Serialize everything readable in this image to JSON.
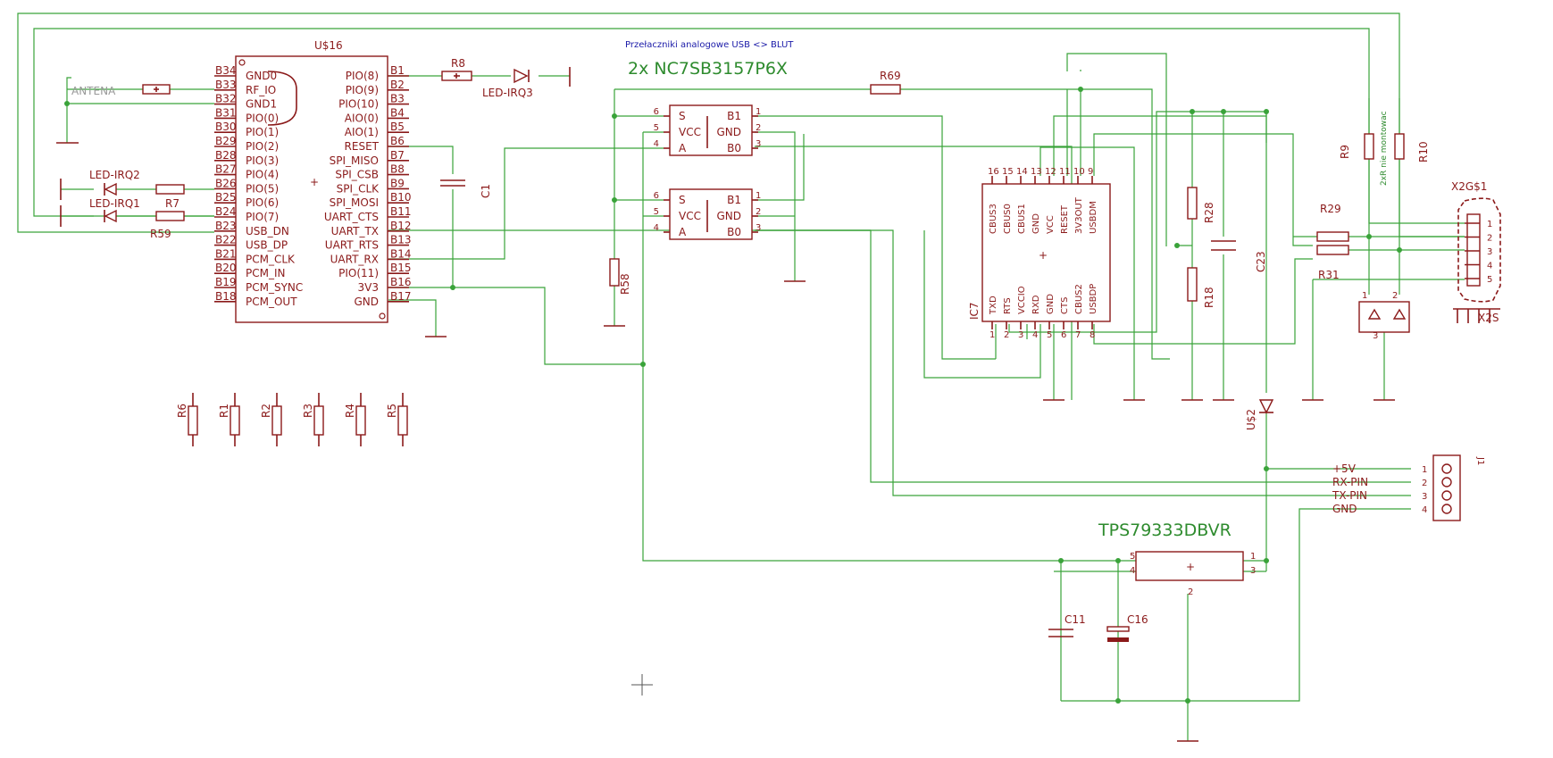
{
  "header": {
    "note_blue": "Przełaczniki analogowe USB <> BLUT",
    "switch_title": "2x NC7SB3157P6X",
    "regulator_title": "TPS79333DBVR",
    "vertical_note": "2xR nie montowac"
  },
  "module": {
    "name": "U$16",
    "left_pins": [
      {
        "num": "B34",
        "label": "GND0"
      },
      {
        "num": "B33",
        "label": "RF_IO"
      },
      {
        "num": "B32",
        "label": "GND1"
      },
      {
        "num": "B31",
        "label": "PIO(0)"
      },
      {
        "num": "B30",
        "label": "PIO(1)"
      },
      {
        "num": "B29",
        "label": "PIO(2)"
      },
      {
        "num": "B28",
        "label": "PIO(3)"
      },
      {
        "num": "B27",
        "label": "PIO(4)"
      },
      {
        "num": "B26",
        "label": "PIO(5)"
      },
      {
        "num": "B25",
        "label": "PIO(6)"
      },
      {
        "num": "B24",
        "label": "PIO(7)"
      },
      {
        "num": "B23",
        "label": "USB_DN"
      },
      {
        "num": "B22",
        "label": "USB_DP"
      },
      {
        "num": "B21",
        "label": "PCM_CLK"
      },
      {
        "num": "B20",
        "label": "PCM_IN"
      },
      {
        "num": "B19",
        "label": "PCM_SYNC"
      },
      {
        "num": "B18",
        "label": "PCM_OUT"
      }
    ],
    "right_pins": [
      {
        "num": "B1",
        "label": "PIO(8)"
      },
      {
        "num": "B2",
        "label": "PIO(9)"
      },
      {
        "num": "B3",
        "label": "PIO(10)"
      },
      {
        "num": "B4",
        "label": "AIO(0)"
      },
      {
        "num": "B5",
        "label": "AIO(1)"
      },
      {
        "num": "B6",
        "label": "RESET"
      },
      {
        "num": "B7",
        "label": "SPI_MISO"
      },
      {
        "num": "B8",
        "label": "SPI_CSB"
      },
      {
        "num": "B9",
        "label": "SPI_CLK"
      },
      {
        "num": "B10",
        "label": "SPI_MOSI"
      },
      {
        "num": "B11",
        "label": "UART_CTS"
      },
      {
        "num": "B12",
        "label": "UART_TX"
      },
      {
        "num": "B13",
        "label": "UART_RTS"
      },
      {
        "num": "B14",
        "label": "UART_RX"
      },
      {
        "num": "B15",
        "label": "PIO(11)"
      },
      {
        "num": "B16",
        "label": "3V3"
      },
      {
        "num": "B17",
        "label": "GND"
      }
    ]
  },
  "labels": {
    "antena": "ANTENA",
    "led_irq2": "LED-IRQ2",
    "led_irq1": "LED-IRQ1",
    "led_irq3": "LED-IRQ3",
    "r7": "R7",
    "r8": "R8",
    "r59": "R59",
    "r69": "R69",
    "r58": "R58",
    "c1": "C1",
    "r28": "R28",
    "r18": "R18",
    "c23": "C23",
    "r9": "R9",
    "r10": "R10",
    "r29": "R29",
    "r31": "R31",
    "x2g": "X2G$1",
    "x2s": "X2S",
    "ic7": "IC7",
    "u2": "U$2",
    "c11": "C11",
    "c16": "C16",
    "j1": "J1",
    "bottom_resistors": [
      "R6",
      "R1",
      "R2",
      "R3",
      "R4",
      "R5"
    ]
  },
  "switch": {
    "left_pins": [
      {
        "num": "6",
        "label": "S"
      },
      {
        "num": "5",
        "label": "VCC"
      },
      {
        "num": "4",
        "label": "A"
      }
    ],
    "right_pins": [
      {
        "num": "1",
        "label": "B1"
      },
      {
        "num": "2",
        "label": "GND"
      },
      {
        "num": "3",
        "label": "B0"
      }
    ]
  },
  "ic7": {
    "top_pins": [
      {
        "num": "16",
        "label": "CBUS3"
      },
      {
        "num": "15",
        "label": "CBUS0"
      },
      {
        "num": "14",
        "label": "CBUS1"
      },
      {
        "num": "13",
        "label": "GND"
      },
      {
        "num": "12",
        "label": "VCC"
      },
      {
        "num": "11",
        "label": "RESET"
      },
      {
        "num": "10",
        "label": "3V3OUT"
      },
      {
        "num": "9",
        "label": "USBDM"
      }
    ],
    "bottom_pins": [
      {
        "num": "1",
        "label": "TXD"
      },
      {
        "num": "2",
        "label": "RTS"
      },
      {
        "num": "3",
        "label": "VCCIO"
      },
      {
        "num": "4",
        "label": "RXD"
      },
      {
        "num": "5",
        "label": "GND"
      },
      {
        "num": "6",
        "label": "CTS"
      },
      {
        "num": "7",
        "label": "CBUS2"
      },
      {
        "num": "8",
        "label": "USBDP"
      }
    ]
  },
  "connector": {
    "pins": [
      {
        "num": "1",
        "label": "+5V"
      },
      {
        "num": "2",
        "label": "RX-PIN"
      },
      {
        "num": "3",
        "label": "TX-PIN"
      },
      {
        "num": "4",
        "label": "GND"
      }
    ]
  },
  "usb": {
    "pins": [
      "1",
      "2",
      "3",
      "4",
      "5"
    ]
  },
  "regulator": {
    "pins": [
      "1",
      "2",
      "3",
      "4",
      "5"
    ]
  }
}
